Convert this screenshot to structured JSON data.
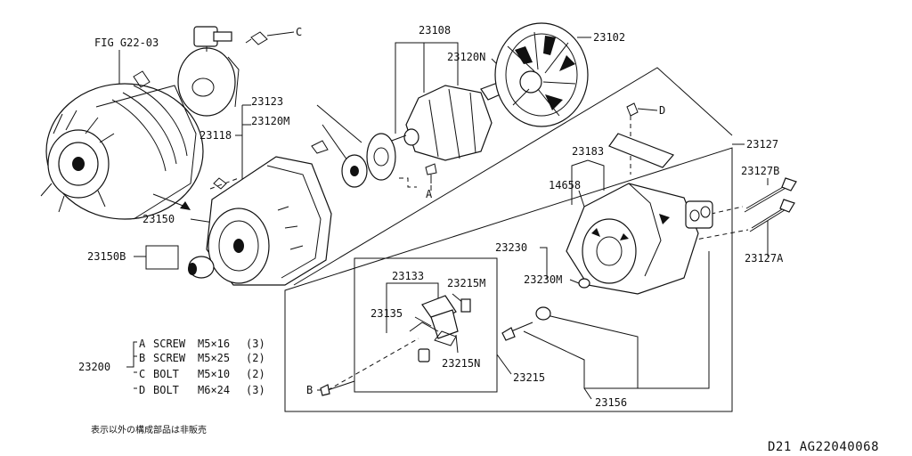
{
  "figure_ref": "FIG G22-03",
  "parts": {
    "p23108": "23108",
    "p23102": "23102",
    "p23120N": "23120N",
    "p23123": "23123",
    "p23120M": "23120M",
    "p23118": "23118",
    "p23150": "23150",
    "p23150B": "23150B",
    "p23127": "23127",
    "p23127B": "23127B",
    "p23127A": "23127A",
    "p23183": "23183",
    "p14658": "14658",
    "p23230": "23230",
    "p23230M": "23230M",
    "p23133": "23133",
    "p23215M": "23215M",
    "p23135": "23135",
    "p23215N": "23215N",
    "p23215": "23215",
    "p23156": "23156",
    "p23200": "23200"
  },
  "fasteners": [
    {
      "letter": "A",
      "type": "SCREW",
      "size": "M5×16",
      "qty": "(3)"
    },
    {
      "letter": "B",
      "type": "SCREW",
      "size": "M5×25",
      "qty": "(2)"
    },
    {
      "letter": "C",
      "type": "BOLT",
      "size": "M5×10",
      "qty": "(2)"
    },
    {
      "letter": "D",
      "type": "BOLT",
      "size": "M6×24",
      "qty": "(3)"
    }
  ],
  "fastener_markers": {
    "a": "A",
    "b": "B",
    "c": "C",
    "d": "D"
  },
  "footnote": "表示以外の構成部品は非販売",
  "drawing_code": "D21  AG22040068"
}
